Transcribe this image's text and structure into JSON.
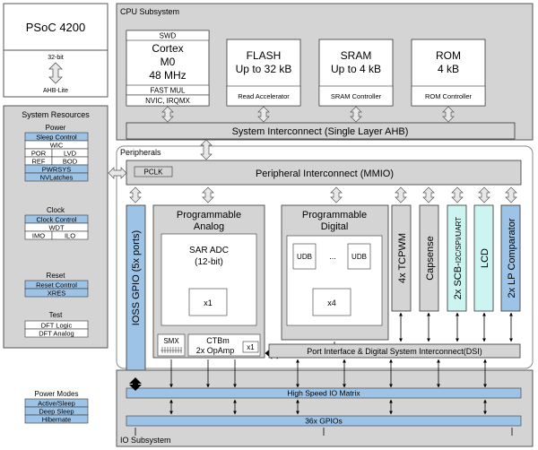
{
  "psoc": {
    "title": "PSoC 4200",
    "bus_width": "32-bit",
    "bus_name": "AHB-Lite"
  },
  "cpu": {
    "title": "CPU Subsystem",
    "cortex": {
      "swd": "SWD",
      "name": "Cortex",
      "model": "M0",
      "freq": "48 MHz",
      "fastmul": "FAST MUL",
      "nvic": "NVIC, IRQMX"
    },
    "flash": {
      "name": "FLASH",
      "size": "Up to 32 kB",
      "ctrl": "Read Accelerator"
    },
    "sram": {
      "name": "SRAM",
      "size": "Up to 4 kB",
      "ctrl": "SRAM Controller"
    },
    "rom": {
      "name": "ROM",
      "size": "4 kB",
      "ctrl": "ROM Controller"
    },
    "interconnect": "System Interconnect (Single Layer AHB)"
  },
  "system_resources": {
    "title": "System Resources",
    "power": {
      "heading": "Power",
      "sleep_control": "Sleep Control",
      "wic": "WIC",
      "por": "POR",
      "lvd": "LVD",
      "ref": "REF",
      "bod": "BOD",
      "pwrsys": "PWRSYS",
      "nvlatches": "NVLatches"
    },
    "clock": {
      "heading": "Clock",
      "clock_control": "Clock Control",
      "wdt": "WDT",
      "imo": "IMO",
      "ilo": "ILO"
    },
    "reset": {
      "heading": "Reset",
      "reset_control": "Reset Control",
      "xres": "XRES"
    },
    "test": {
      "heading": "Test",
      "dft_logic": "DFT Logic",
      "dft_analog": "DFT Analog"
    }
  },
  "power_modes": {
    "title": "Power Modes",
    "active_sleep": "Active/Sleep",
    "deep_sleep": "Deep Sleep",
    "hibernate": "Hibernate"
  },
  "peripherals": {
    "title": "Peripherals",
    "pclk": "PCLK",
    "interconnect": "Peripheral Interconnect (MMIO)",
    "ioss_gpio": "IOSS GPIO (5x ports)",
    "analog": {
      "title1": "Programmable",
      "title2": "Analog",
      "sar1": "SAR ADC",
      "sar2": "(12-bit)",
      "x1": "x1",
      "smx": "SMX",
      "ctbm": "CTBm",
      "opamp": "2x OpAmp",
      "ctb_x1": "x1"
    },
    "digital": {
      "title1": "Programmable",
      "title2": "Digital",
      "udb_a": "UDB",
      "ellipsis": "...",
      "udb_b": "UDB",
      "x4": "x4"
    },
    "tcpwm": "4x TCPWM",
    "capsense": "Capsense",
    "scb_main": "2x SCB-",
    "scb_sub": "I2C/SPI/UART",
    "lcd": "LCD",
    "lp_comparator": "2x LP Comparator",
    "dsi": "Port Interface & Digital System Interconnect(DSI)"
  },
  "io": {
    "title": "IO Subsystem",
    "hsiom": "High Speed IO Matrix",
    "gpios": "36x GPIOs"
  },
  "colors": {
    "gray": "#d4d4d4",
    "blue": "#9dc3e6",
    "cyan": "#ccf5f2",
    "white": "#ffffff",
    "line": "#000000"
  }
}
